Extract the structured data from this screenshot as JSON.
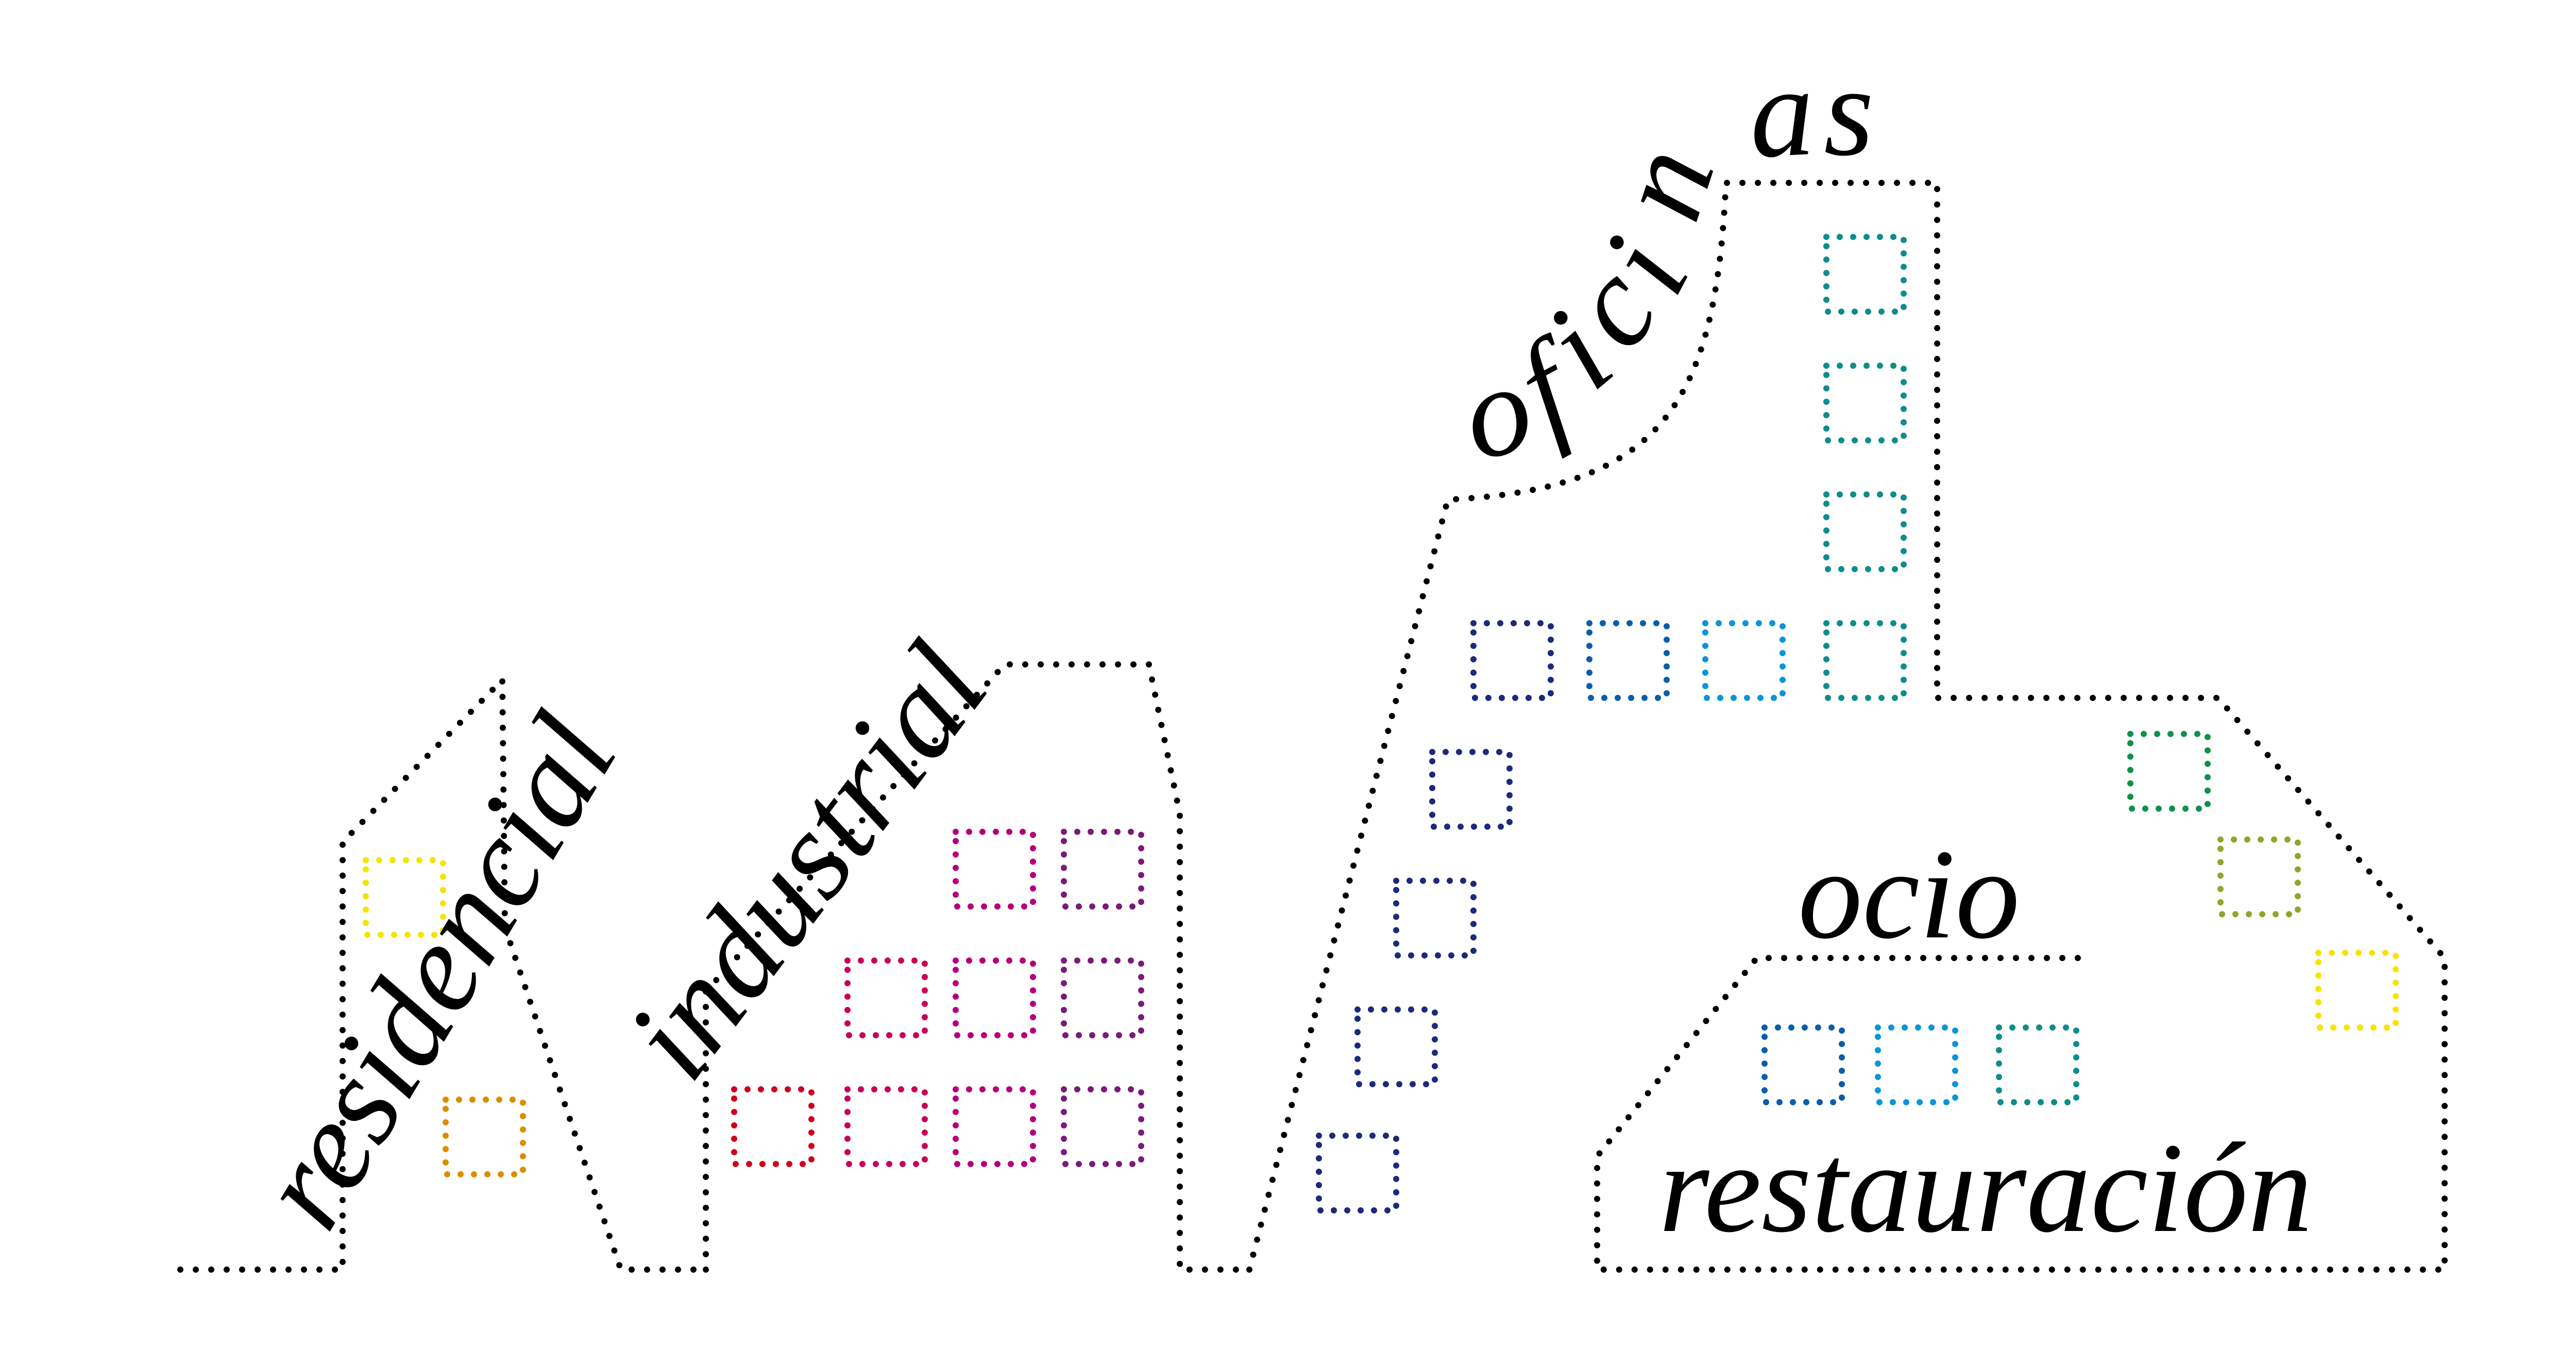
{
  "labels": {
    "residencial": "residencial",
    "industrial": "industrial",
    "oficinas_o": "o",
    "oficinas_f": "f",
    "oficinas_i": "i",
    "oficinas_c": "c",
    "oficinas_i2": "i",
    "oficinas_n": "n",
    "oficinas_a": "a",
    "oficinas_s": "s",
    "ocio": "ocio",
    "restauracion": "restauración"
  },
  "colors": {
    "outline": "#000000",
    "residencial_yellow": "#f5e400",
    "residencial_orange": "#d98e00",
    "industrial_red": "#d0021b",
    "industrial_crimson": "#c8005a",
    "industrial_magenta": "#b5007a",
    "industrial_purple": "#7a1a7a",
    "oficinas_navy": "#1b2a7a",
    "oficinas_blue": "#0a5ea8",
    "oficinas_lightblue": "#0b95d9",
    "oficinas_teal": "#0f8c8c",
    "ocio_green": "#11904a",
    "ocio_olive": "#8ea62a",
    "ocio_yellow": "#f5e400"
  }
}
